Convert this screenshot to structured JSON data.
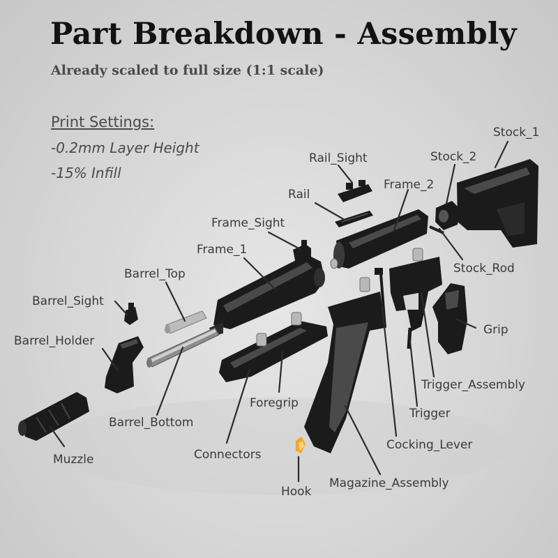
{
  "title": "Part Breakdown - Assembly",
  "subtitle": "Already scaled to full size (1:1 scale)",
  "print_settings": {
    "heading": "Print Settings:",
    "layer_height": "-0.2mm Layer Height",
    "infill": "-15% Infill"
  },
  "labels": {
    "stock_1": "Stock_1",
    "stock_2": "Stock_2",
    "rail_sight": "Rail_Sight",
    "frame_2": "Frame_2",
    "rail": "Rail",
    "frame_sight": "Frame_Sight",
    "frame_1": "Frame_1",
    "stock_rod": "Stock_Rod",
    "barrel_top": "Barrel_Top",
    "barrel_sight": "Barrel_Sight",
    "grip": "Grip",
    "barrel_holder": "Barrel_Holder",
    "trigger_assembly": "Trigger_Assembly",
    "foregrip": "Foregrip",
    "trigger": "Trigger",
    "barrel_bottom": "Barrel_Bottom",
    "connectors": "Connectors",
    "cocking_lever": "Cocking_Lever",
    "muzzle": "Muzzle",
    "hook": "Hook",
    "magazine_assembly": "Magazine_Assembly"
  },
  "colors": {
    "background": "#d6d6d6",
    "parts": "#1b1b1b",
    "hook": "#f0a830",
    "text": "#4a4a4a"
  }
}
